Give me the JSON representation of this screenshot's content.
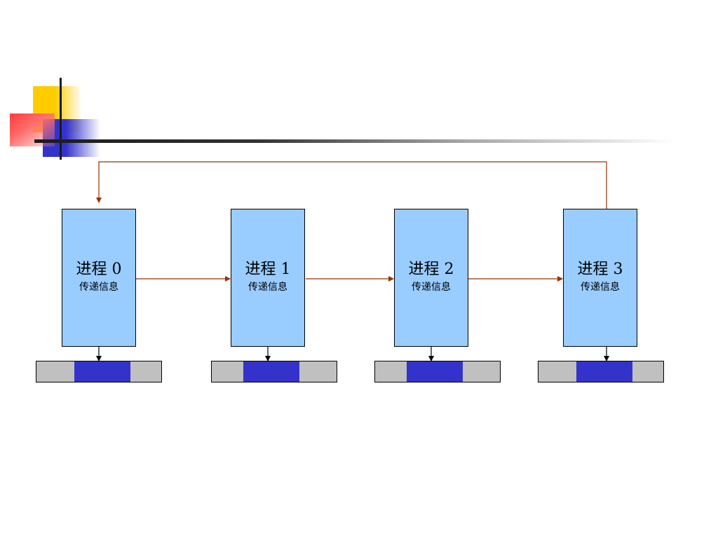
{
  "processes": [
    {
      "name": "进程 0",
      "subtitle": "传递信息"
    },
    {
      "name": "进程 1",
      "subtitle": "传递信息"
    },
    {
      "name": "进程 2",
      "subtitle": "传递信息"
    },
    {
      "name": "进程 3",
      "subtitle": "传递信息"
    }
  ],
  "colors": {
    "process_fill": "#99ccff",
    "buffer_fill": "#c0c0c0",
    "buffer_marker": "#3333cc",
    "connector": "#993300",
    "down_arrow": "#000000"
  }
}
